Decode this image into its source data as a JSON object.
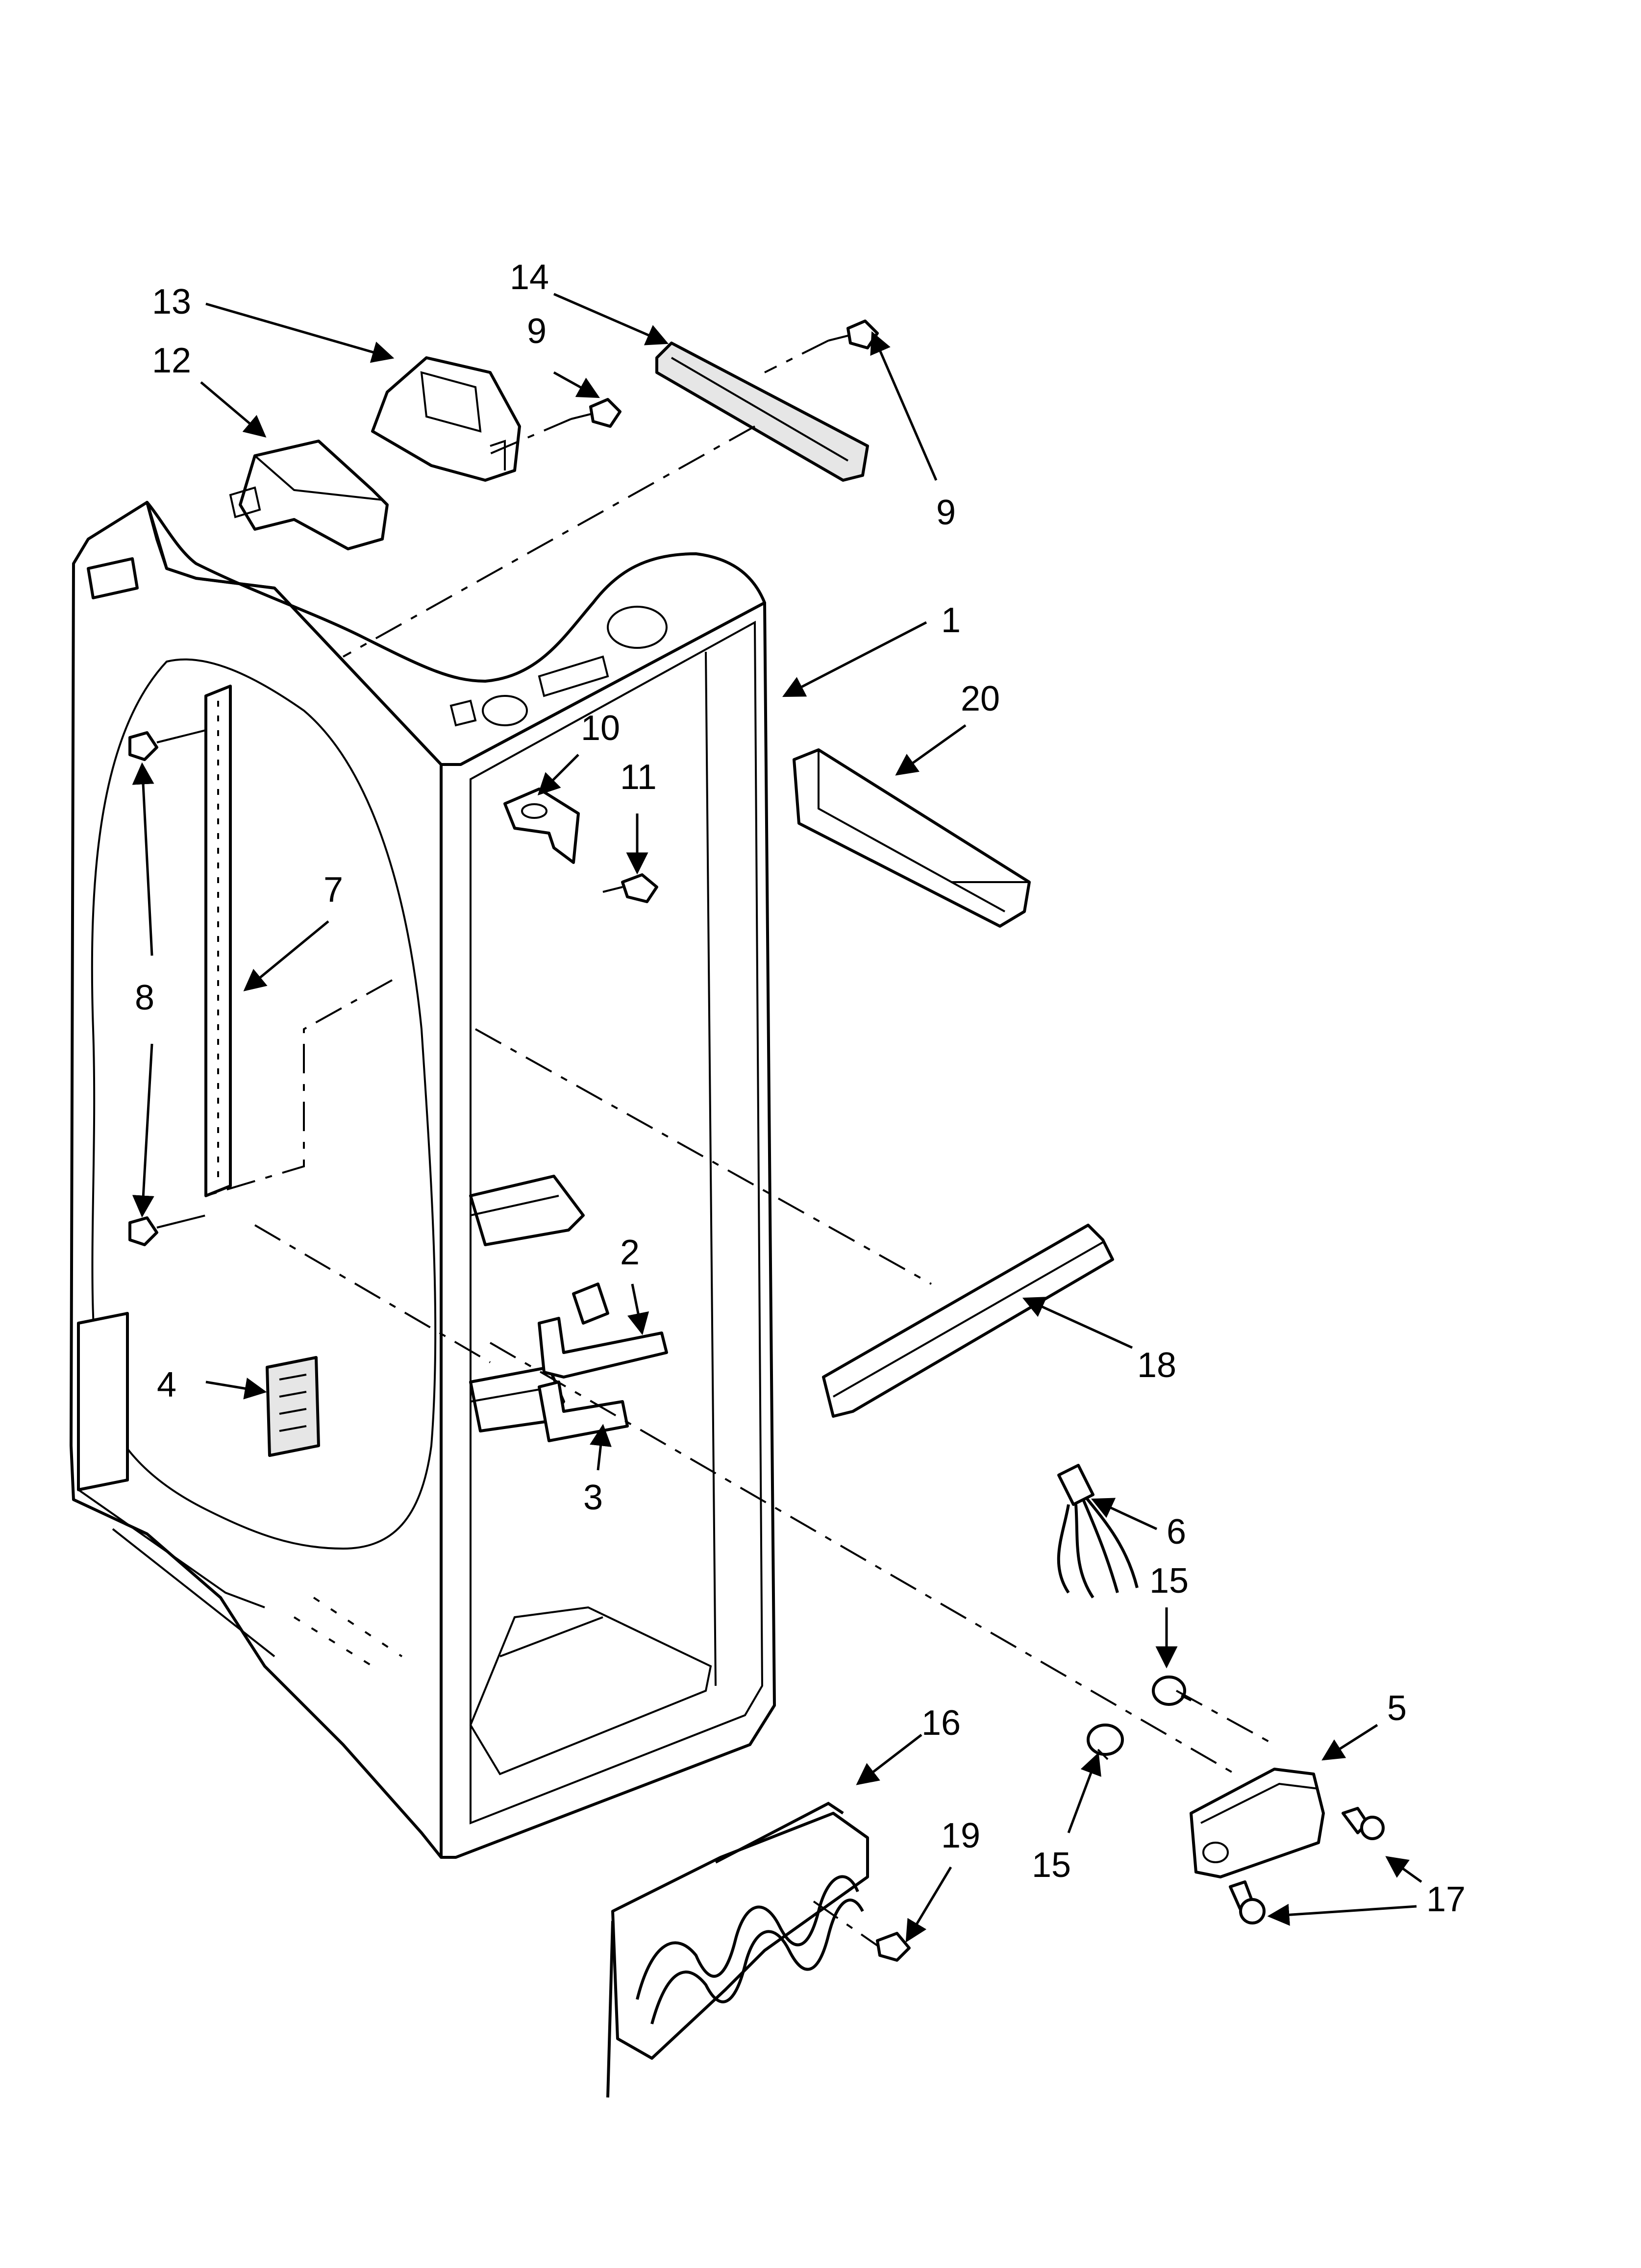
{
  "diagram": {
    "callouts": {
      "c1": "1",
      "c2": "2",
      "c3": "3",
      "c4": "4",
      "c5": "5",
      "c6": "6",
      "c7": "7",
      "c8": "8",
      "c9a": "9",
      "c9b": "9",
      "c10": "10",
      "c11": "11",
      "c12": "12",
      "c13": "13",
      "c14": "14",
      "c15a": "15",
      "c15b": "15",
      "c16": "16",
      "c17": "17",
      "c18": "18",
      "c19": "19",
      "c20": "20"
    }
  }
}
